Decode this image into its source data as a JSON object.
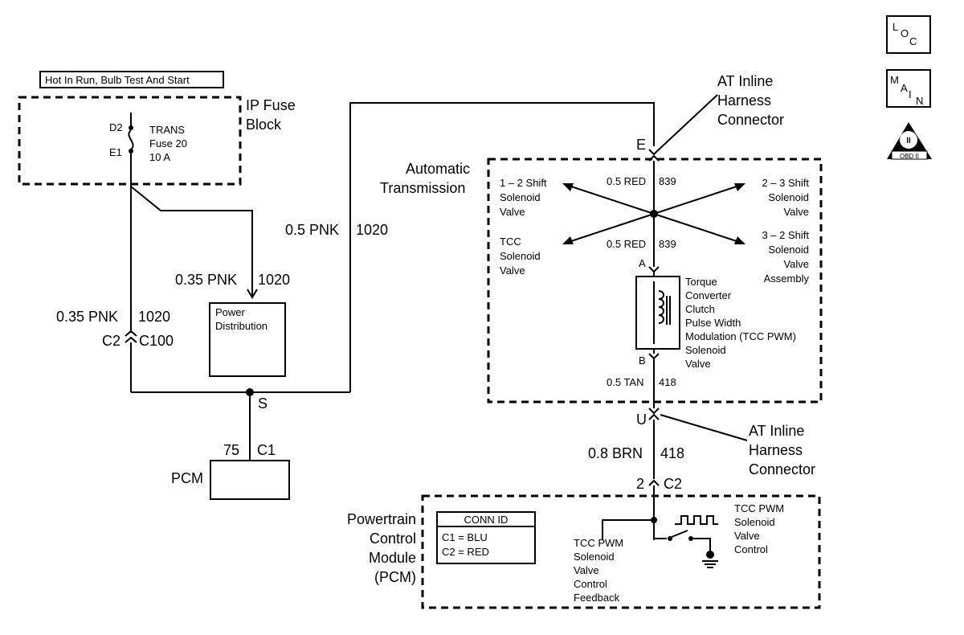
{
  "header_box": "Hot In Run, Bulb Test And Start",
  "ip_fuse_block": {
    "title_line1": "IP Fuse",
    "title_line2": "Block",
    "pin_top": "D2",
    "pin_bottom": "E1",
    "fuse_line1": "TRANS",
    "fuse_line2": "Fuse 20",
    "fuse_line3": "10 A"
  },
  "wires": {
    "pnk_to_power": "0.35 PNK",
    "pnk_to_power_circuit": "1020",
    "pnk_left": "0.35 PNK",
    "pnk_left_circuit": "1020",
    "pnk_main": "0.5 PNK",
    "pnk_main_circuit": "1020",
    "red_top": "0.5 RED",
    "red_top_circuit": "839",
    "red_bottom": "0.5 RED",
    "red_bottom_circuit": "839",
    "tan": "0.5 TAN",
    "tan_circuit": "418",
    "brn": "0.8 BRN",
    "brn_circuit": "418"
  },
  "connectors": {
    "c2": "C2",
    "c100": "C100",
    "splice": "S",
    "pcm_pin": "75",
    "pcm_conn": "C1",
    "at_pin_e": "E",
    "at_pin_u": "U",
    "sol_pin_a": "A",
    "sol_pin_b": "B",
    "pcm_pin2": "2",
    "pcm_conn2": "C2"
  },
  "power_distribution": {
    "line1": "Power",
    "line2": "Distribution"
  },
  "pcm_box": "PCM",
  "at_inline_top": [
    "AT Inline",
    "Harness",
    "Connector"
  ],
  "at_inline_bottom": [
    "AT Inline",
    "Harness",
    "Connector"
  ],
  "automatic_transmission": [
    "Automatic",
    "Transmission"
  ],
  "solenoids": {
    "shift_12": [
      "1 – 2 Shift",
      "Solenoid",
      "Valve"
    ],
    "shift_23": [
      "2 – 3 Shift",
      "Solenoid",
      "Valve"
    ],
    "tcc": [
      "TCC",
      "Solenoid",
      "Valve"
    ],
    "shift_32": [
      "3 – 2 Shift",
      "Solenoid",
      "Valve",
      "Assembly"
    ],
    "tcc_pwm": [
      "Torque",
      "Converter",
      "Clutch",
      "Pulse Width",
      "Modulation (TCC PWM)",
      "Solenoid",
      "Valve"
    ]
  },
  "pcm_module": {
    "label": [
      "Powertrain",
      "Control",
      "Module",
      "(PCM)"
    ],
    "conn_id_title": "CONN ID",
    "conn_id_c1": "C1 = BLU",
    "conn_id_c2": "C2 = RED",
    "feedback": [
      "TCC PWM",
      "Solenoid",
      "Valve",
      "Control",
      "Feedback"
    ],
    "control": [
      "TCC PWM",
      "Solenoid",
      "Valve",
      "Control"
    ]
  },
  "side_icons": {
    "loc": [
      "L",
      "O",
      "C"
    ],
    "main": [
      "M",
      "A",
      "I",
      "N"
    ],
    "obd_top": "II",
    "obd_bottom": "OBD II"
  }
}
